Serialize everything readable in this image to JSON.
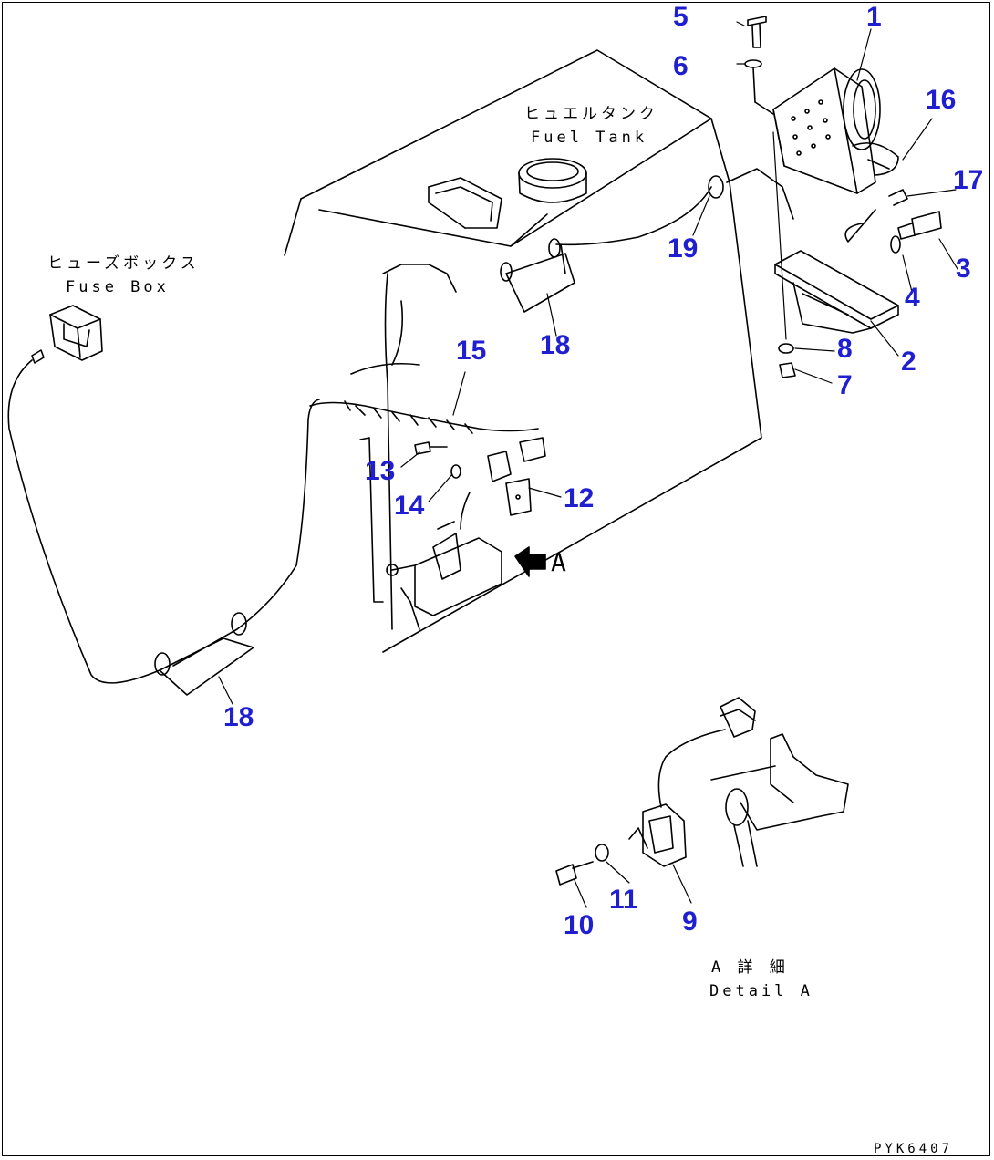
{
  "labels": {
    "fuel_tank_jp": "ヒュエルタンク",
    "fuel_tank_en": "Fuel Tank",
    "fuse_box_jp": "ヒューズボックス",
    "fuse_box_en": "Fuse Box",
    "detail_jp": "A 詳 細",
    "detail_en": "Detail A",
    "view_marker": "A",
    "drawing_code": "PYK6407"
  },
  "callouts": [
    "1",
    "2",
    "3",
    "4",
    "5",
    "6",
    "7",
    "8",
    "9",
    "10",
    "11",
    "12",
    "13",
    "14",
    "15",
    "16",
    "17",
    "18",
    "18",
    "19"
  ],
  "colors": {
    "callout": "#1f1fd0",
    "line": "#000000"
  }
}
